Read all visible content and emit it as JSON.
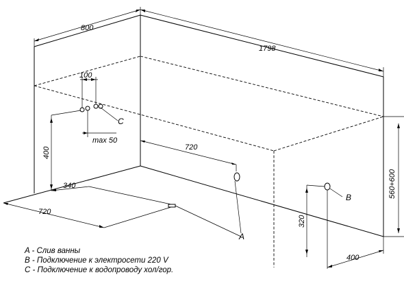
{
  "dimensions": {
    "width_top": "800",
    "length_top": "1798",
    "drain_spacing": "100",
    "drain_height": "400",
    "drain_max": "max 50",
    "drain_depth": "720",
    "floor_340": "340",
    "floor_720": "720",
    "side_height": "560+600",
    "power_height": "320",
    "power_offset": "400"
  },
  "points": {
    "a": "A",
    "b": "B",
    "c": "C"
  },
  "legend": [
    "A - Слив ванны",
    "B - Подключение к электросети 220 V",
    "C - Подключение к водопроводу хол/гор."
  ]
}
